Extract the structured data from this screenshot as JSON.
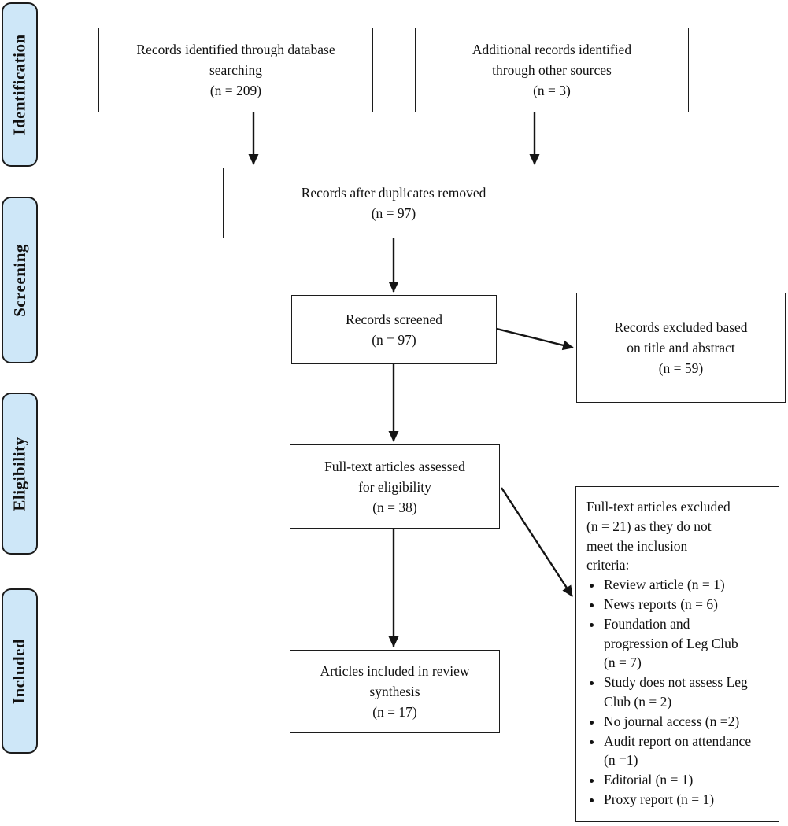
{
  "figure": {
    "stages": [
      {
        "label": "Identification"
      },
      {
        "label": "Screening"
      },
      {
        "label": "Eligibility"
      },
      {
        "label": "Included"
      }
    ],
    "boxes": {
      "identified": "Records identified through database\nsearching\n(n = 209)",
      "additional": "Additional records identified\nthrough other sources\n(n = 3)",
      "duplicates_removed": "Records after duplicates removed\n(n = 97)",
      "screened": "Records screened\n(n = 97)",
      "excluded_title_abstract": "Records excluded based\non title and abstract\n(n = 59)",
      "fulltext_assessed": "Full-text articles assessed\nfor eligibility\n(n = 38)",
      "included_synthesis": "Articles included in review\nsynthesis\n(n = 17)"
    },
    "exclusion_box": {
      "intro": "Full-text articles excluded\n(n = 21) as they do not\nmeet the inclusion\ncriteria:",
      "items": [
        "Review article (n = 1)",
        "News reports (n = 6)",
        "Foundation and\nprogression of Leg Club\n(n = 7)",
        "Study does not assess Leg\nClub (n = 2)",
        "No journal access (n =2)",
        "Audit report on attendance\n(n =1)",
        "Editorial (n = 1)",
        "Proxy report (n = 1)"
      ]
    },
    "colors": {
      "stage_fill": "#cee7f8",
      "box_border": "#1c1c1c",
      "background": "#ffffff"
    }
  }
}
